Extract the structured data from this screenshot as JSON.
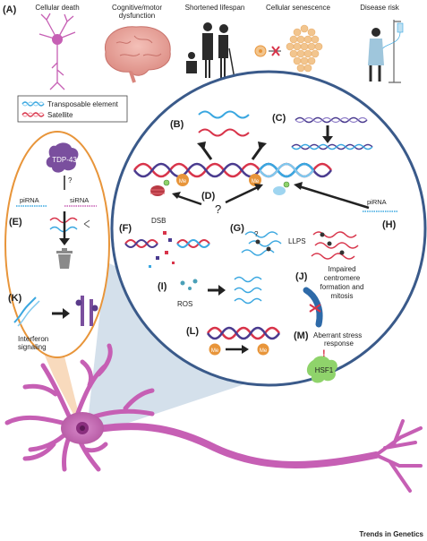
{
  "panel_a": {
    "label": "(A)",
    "items": [
      {
        "label": "Cellular death",
        "icon": "neuron-icon"
      },
      {
        "label": "Cognitive/motor",
        "label2": "dysfunction",
        "icon": "brain-icon"
      },
      {
        "label": "Shortened lifespan",
        "icon": "people-aging-icon"
      },
      {
        "label": "Cellular senescence",
        "icon": "senescent-cells-icon"
      },
      {
        "label": "Disease risk",
        "icon": "patient-iv-icon"
      }
    ]
  },
  "legend": {
    "te": "Transposable element",
    "sat": "Satellite"
  },
  "panels": {
    "b": "(B)",
    "c": "(C)",
    "d": "(D)",
    "e": "(E)",
    "f": "(F)",
    "g": "(G)",
    "h": "(H)",
    "i": "(I)",
    "j": "(J)",
    "k": "(K)",
    "l": "(L)",
    "m": "(M)"
  },
  "text": {
    "tdp43": "TDP-43",
    "q1": "?",
    "q2": "?",
    "q3": "?",
    "pirna_left": "piRNA",
    "sirna": "siRNA",
    "pirna_right": "piRNA",
    "dsb": "DSB",
    "llps": "LLPS",
    "ros": "ROS",
    "j_line1": "Impaired",
    "j_line2": "centromere",
    "j_line3": "formation and",
    "j_line4": "mitosis",
    "m_line1": "Aberrant stress",
    "m_line2": "response",
    "hsf1": "HSF1",
    "k_line1": "Interferon",
    "k_line2": "signaling",
    "me": "Me",
    "footer": "Trends in Genetics"
  },
  "colors": {
    "circle_border": "#3a5a8a",
    "oval_border": "#e8953a",
    "te_blue": "#3aa7e0",
    "sat_red": "#d8344a",
    "dna_purple": "#4a3b8f",
    "neuron": "#c65fb4",
    "neuron_dark": "#8a2f7e",
    "tdp43": "#7a4f9e",
    "hsf1": "#8fd36b",
    "me": "#e8953a"
  }
}
